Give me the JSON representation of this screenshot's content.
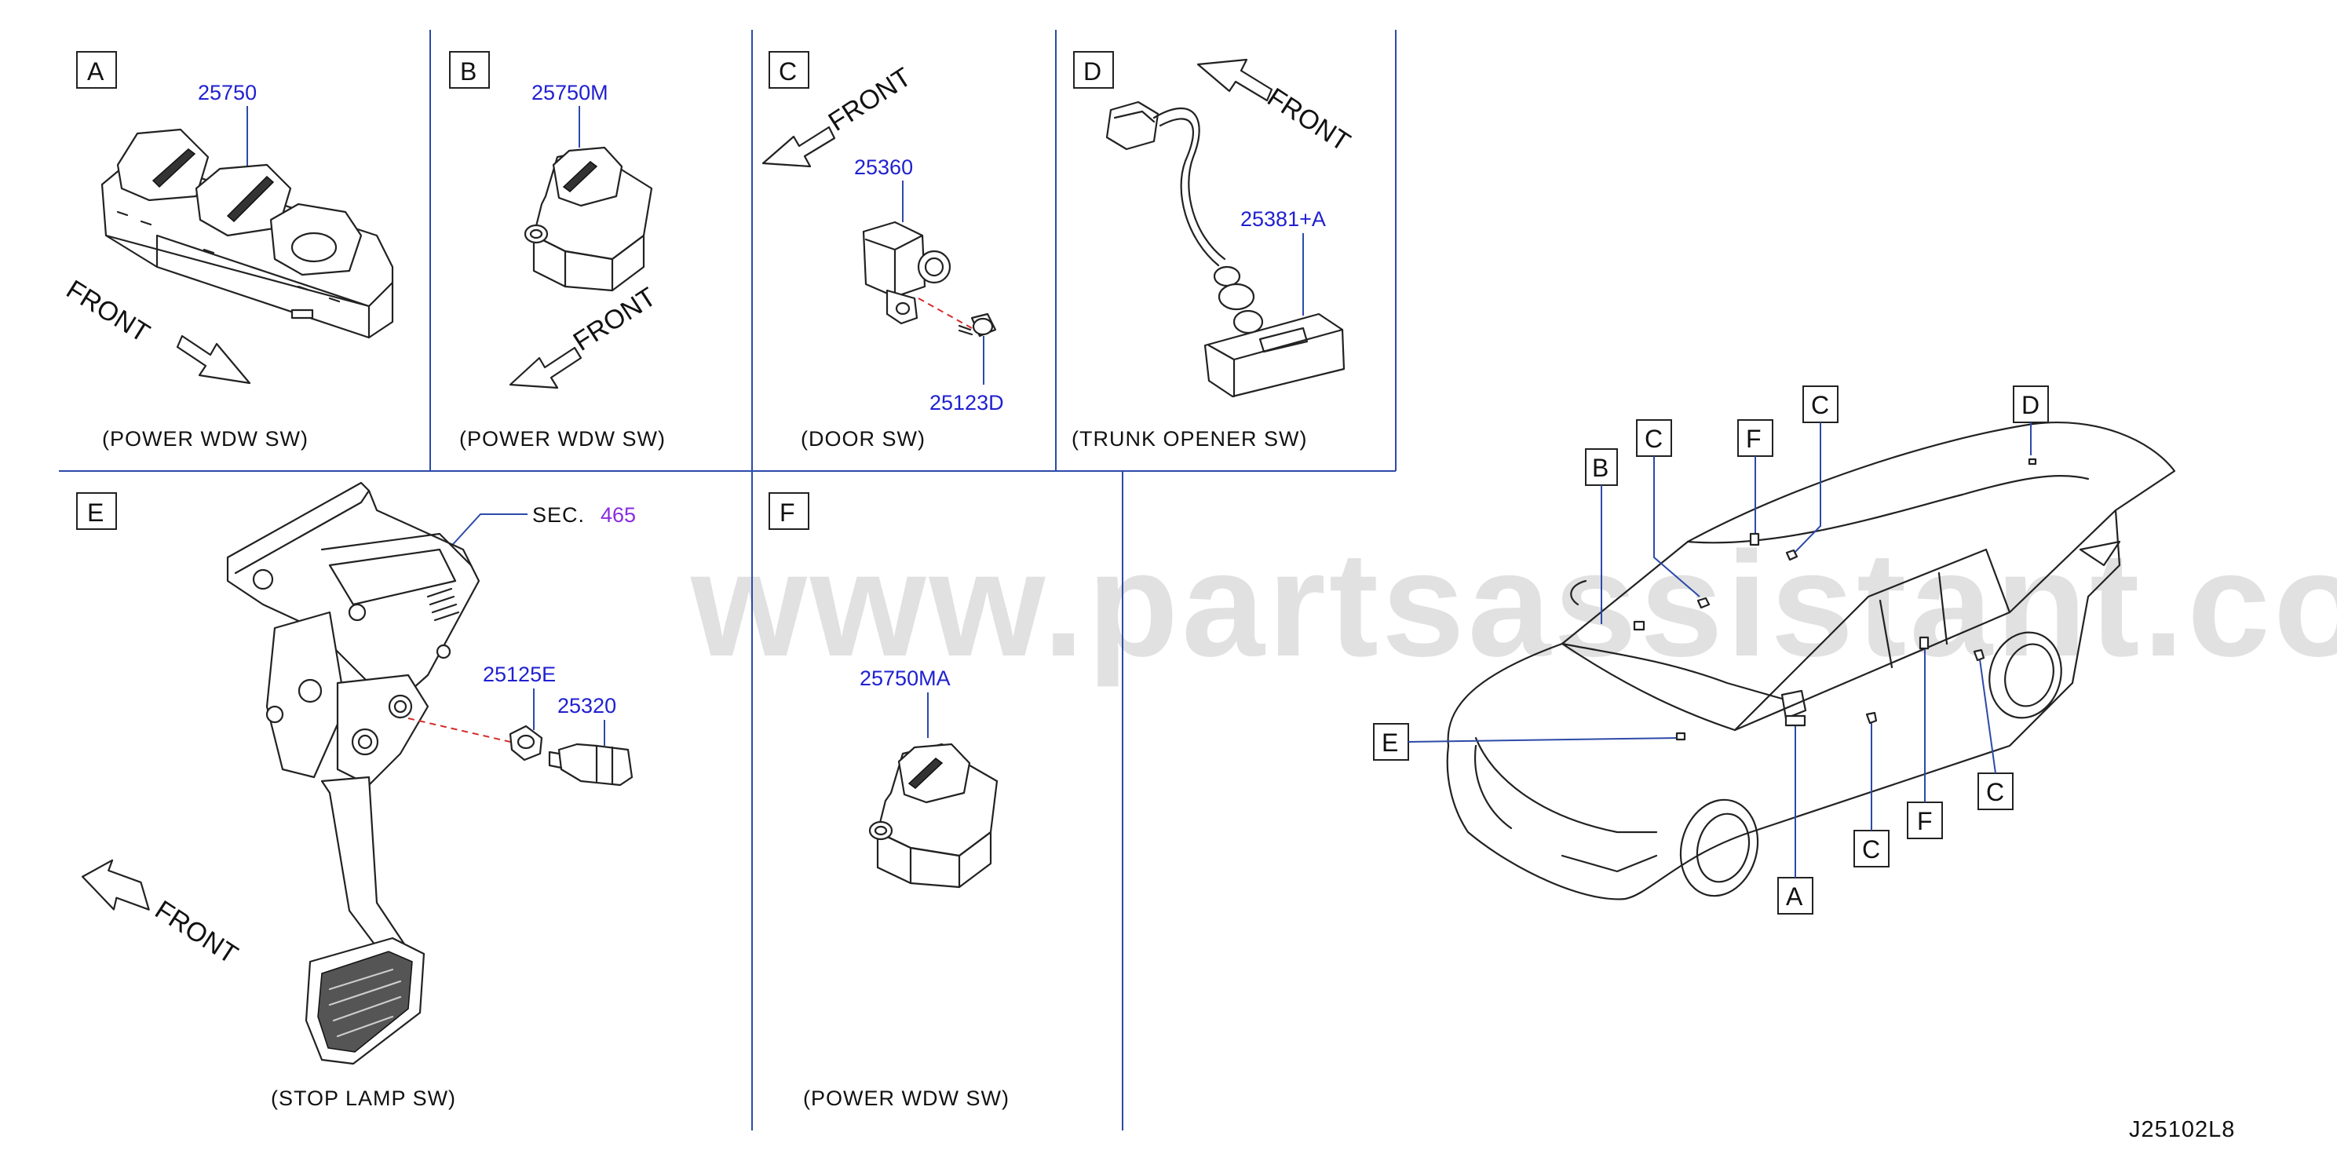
{
  "watermark": "www.partsassistant.com",
  "drawing_code": "J25102L8",
  "front_label": "FRONT",
  "sections": {
    "A": {
      "letter": "A",
      "part": "25750",
      "caption": "(POWER   WDW   SW)"
    },
    "B": {
      "letter": "B",
      "part": "25750M",
      "caption": "(POWER   WDW   SW)"
    },
    "C": {
      "letter": "C",
      "parts": [
        "25360",
        "25123D"
      ],
      "caption": "(DOOR   SW)"
    },
    "D": {
      "letter": "D",
      "part": "25381+A",
      "caption": "(TRUNK   OPENER   SW)"
    },
    "E": {
      "letter": "E",
      "sec_label": "SEC.",
      "sec_number": "465",
      "parts": [
        "25125E",
        "25320"
      ],
      "caption": "(STOP   LAMP   SW)"
    },
    "F": {
      "letter": "F",
      "part": "25750MA",
      "caption": "(POWER   WDW   SW)"
    }
  },
  "car_callouts": [
    "B",
    "C",
    "F",
    "C",
    "D",
    "E",
    "A",
    "C",
    "F",
    "C"
  ],
  "colors": {
    "part_number": "#2020d0",
    "sec_number": "#8a2be2",
    "divider": "#2c4aa8",
    "dash": "#d42a2a"
  }
}
